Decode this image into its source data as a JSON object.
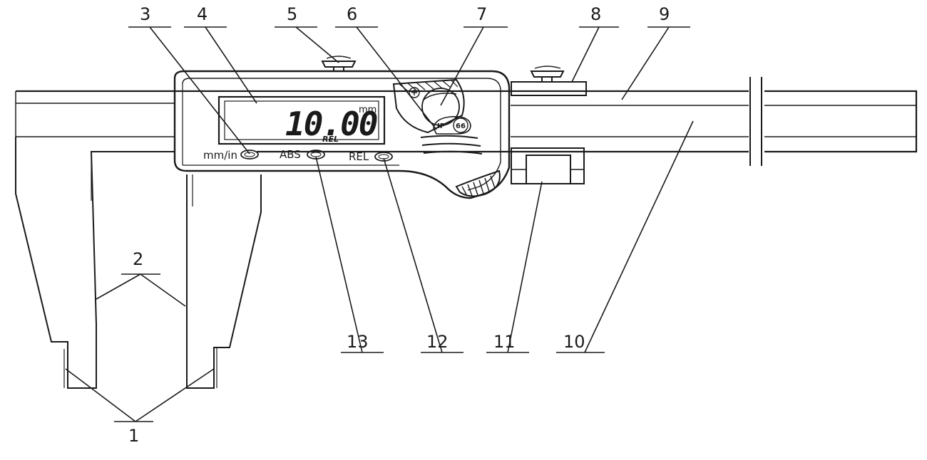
{
  "diagram": {
    "callouts": [
      "1",
      "2",
      "3",
      "4",
      "5",
      "6",
      "7",
      "8",
      "9",
      "10",
      "11",
      "12",
      "13"
    ],
    "display": {
      "reading": "10.00",
      "unit": "mm",
      "mode_indicator": "REL"
    },
    "buttons": {
      "mm_in": "mm/in",
      "abs": "ABS",
      "rel": "REL"
    },
    "ip_badge": {
      "prefix": "IP",
      "rating": "66"
    },
    "colors": {
      "line": "#1a1a1a",
      "background": "#ffffff"
    }
  }
}
